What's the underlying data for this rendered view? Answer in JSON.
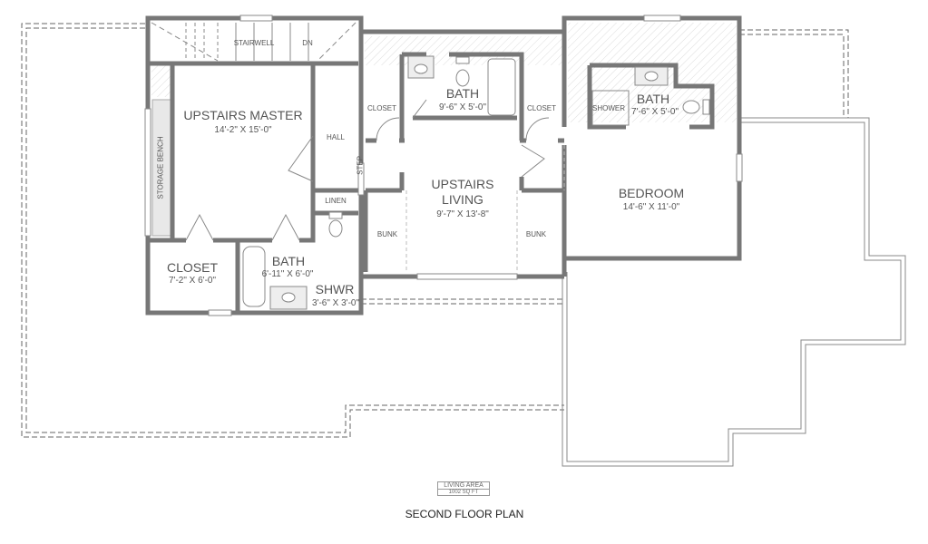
{
  "rooms": {
    "stairwell": {
      "name": "STAIRWELL",
      "note": "DN"
    },
    "master": {
      "name": "UPSTAIRS MASTER",
      "dim": "14'-2\" X 15'-0\""
    },
    "storage": {
      "name": "STORAGE BENCH"
    },
    "hall": {
      "name": "HALL"
    },
    "step": {
      "name": "STEP"
    },
    "linen": {
      "name": "LINEN"
    },
    "closet_master": {
      "name": "CLOSET",
      "dim": "7'-2\" X 6'-0\""
    },
    "bath_master": {
      "name": "BATH",
      "dim": "6'-11\" X 6'-0\""
    },
    "shwr": {
      "name": "SHWR",
      "dim": "3'-6\" X 3'-0\""
    },
    "bath_mid": {
      "name": "BATH",
      "dim": "9'-6\" X 5'-0\""
    },
    "closet_left": {
      "name": "CLOSET"
    },
    "closet_right": {
      "name": "CLOSET"
    },
    "living": {
      "name1": "UPSTAIRS",
      "name2": "LIVING",
      "dim": "9'-7\" X 13'-8\""
    },
    "bunk_left": {
      "name": "BUNK"
    },
    "bunk_right": {
      "name": "BUNK"
    },
    "bath_right": {
      "name": "BATH",
      "dim": "7'-6\" X 5'-0\"",
      "shower": "SHOWER"
    },
    "bedroom": {
      "name": "BEDROOM",
      "dim": "14'-6\" X 11'-0\""
    }
  },
  "living_area": {
    "label": "LIVING AREA",
    "value": "1002 SQ FT"
  },
  "title": "SECOND FLOOR PLAN"
}
